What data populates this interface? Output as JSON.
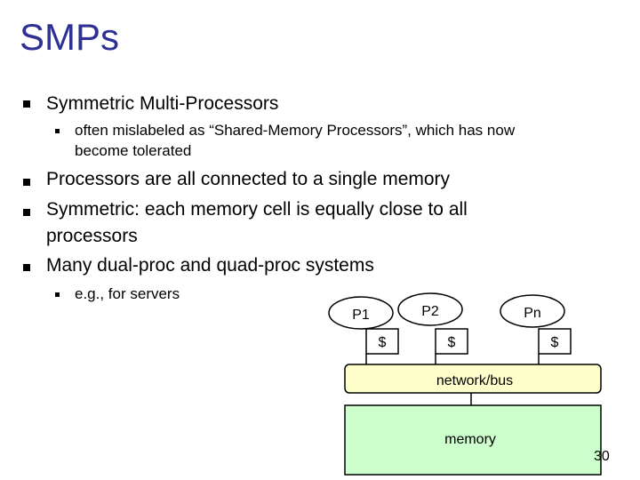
{
  "slide": {
    "title": "SMPs",
    "bullets": [
      "Symmetric Multi-Processors",
      "often mislabeled as “Shared-Memory Processors”, which has now",
      "become tolerated",
      "Processors are all connected to a single memory",
      "Symmetric: each memory cell is equally close to all",
      "processors",
      "Many dual-proc and quad-proc systems",
      "e.g., for servers"
    ],
    "page_number": "30"
  },
  "diagram": {
    "processors": [
      "P1",
      "P2",
      "Pn"
    ],
    "cache_label": "$",
    "bus_label": "network/bus",
    "memory_label": "memory",
    "colors": {
      "processor_fill": "#ffffff",
      "bus_fill": "#ffffcc",
      "memory_fill": "#ccffcc",
      "stroke": "#000000"
    }
  }
}
